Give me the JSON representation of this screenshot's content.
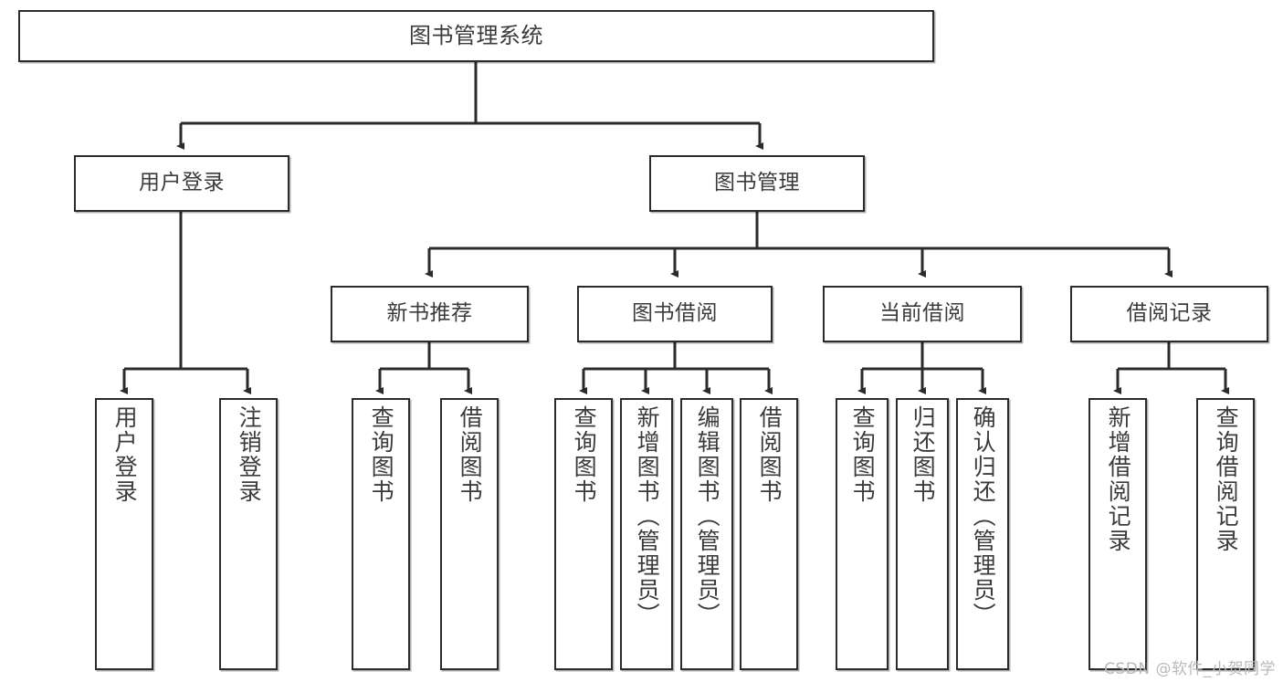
{
  "diagram": {
    "title": "图书管理系统",
    "type": "tree",
    "theme": {
      "stroke": "#2b2b2b",
      "fill": "#ffffff",
      "text": "#3b3b3b",
      "background": "#ffffff",
      "watermark_color": "#b9b9b9"
    },
    "nodes": {
      "root": {
        "label": "图书管理系统"
      },
      "level1": [
        {
          "id": "user-login",
          "label": "用户登录"
        },
        {
          "id": "book-manage",
          "label": "图书管理"
        }
      ],
      "level2": [
        {
          "id": "new-book-recommend",
          "label": "新书推荐"
        },
        {
          "id": "book-borrow",
          "label": "图书借阅"
        },
        {
          "id": "current-borrow",
          "label": "当前借阅"
        },
        {
          "id": "borrow-record",
          "label": "借阅记录"
        }
      ],
      "leaves": {
        "user-login": [
          {
            "id": "leaf-user-login",
            "label": "用户登录"
          },
          {
            "id": "leaf-logout-login",
            "label": "注销登录"
          }
        ],
        "new-book-recommend": [
          {
            "id": "leaf-query-book-1",
            "label": "查询图书"
          },
          {
            "id": "leaf-borrow-book-1",
            "label": "借阅图书"
          }
        ],
        "book-borrow": [
          {
            "id": "leaf-query-book-2",
            "label": "查询图书"
          },
          {
            "id": "leaf-add-book",
            "label": "新增图书（管理员）"
          },
          {
            "id": "leaf-edit-book",
            "label": "编辑图书（管理员）"
          },
          {
            "id": "leaf-borrow-book-2",
            "label": "借阅图书"
          }
        ],
        "current-borrow": [
          {
            "id": "leaf-query-book-3",
            "label": "查询图书"
          },
          {
            "id": "leaf-return-book",
            "label": "归还图书"
          },
          {
            "id": "leaf-confirm-return",
            "label": "确认归还（管理员）"
          }
        ],
        "borrow-record": [
          {
            "id": "leaf-add-borrow-record",
            "label": "新增借阅记录"
          },
          {
            "id": "leaf-query-borrow-record",
            "label": "查询借阅记录"
          }
        ]
      }
    },
    "watermark": "CSDN @软件_小贺同学"
  }
}
